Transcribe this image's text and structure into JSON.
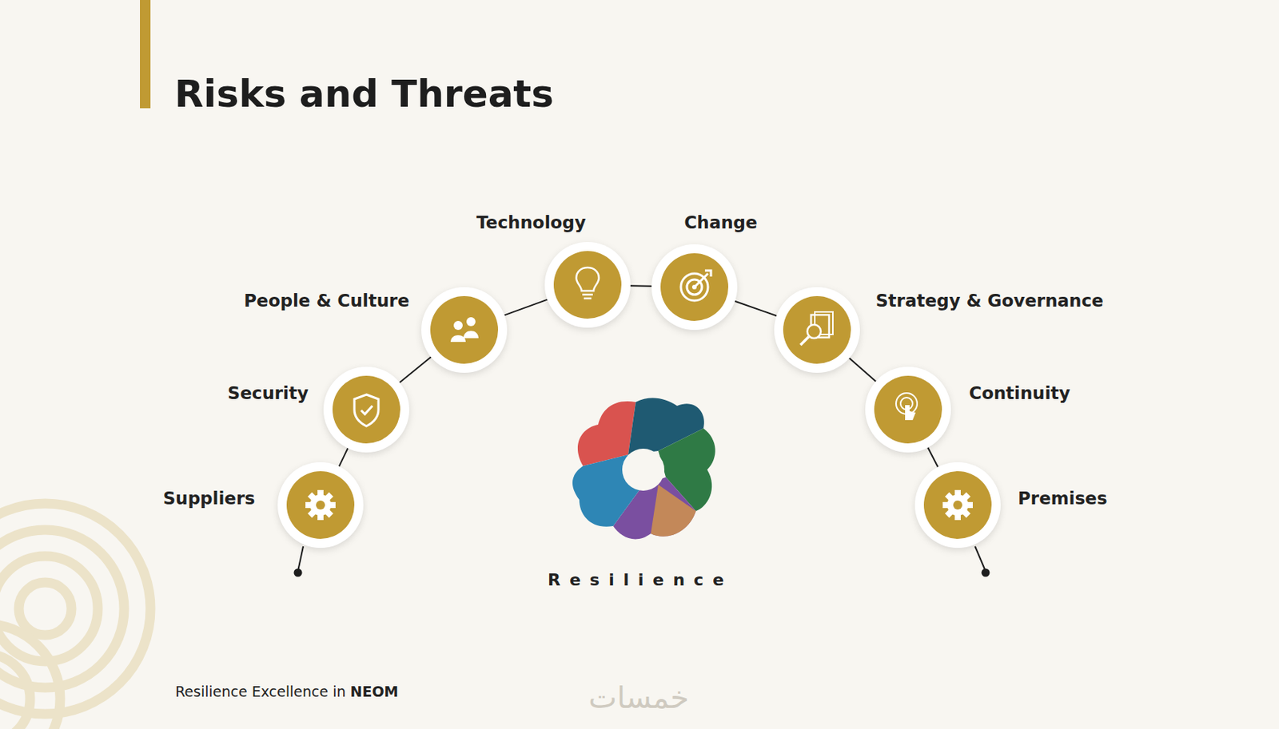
{
  "diagram": {
    "title": "Risks and Threats",
    "nodes": [
      {
        "text": [
          "Suppliers"
        ]
      },
      {
        "text": [
          "Security"
        ]
      },
      {
        "text": [
          "People & Culture"
        ]
      },
      {
        "text": [
          "Technology"
        ]
      },
      {
        "text": [
          "Change"
        ]
      },
      {
        "text": [
          "Strategy & Governance"
        ]
      },
      {
        "text": [
          "Continuity"
        ]
      },
      {
        "text": [
          "Premises"
        ]
      }
    ],
    "edges": [
      {
        "from": 0,
        "to": 1,
        "arrow": "none"
      },
      {
        "from": 1,
        "to": 2,
        "arrow": "none"
      },
      {
        "from": 2,
        "to": 3,
        "arrow": "none"
      },
      {
        "from": 3,
        "to": 4,
        "arrow": "none"
      },
      {
        "from": 4,
        "to": 5,
        "arrow": "none"
      },
      {
        "from": 5,
        "to": 6,
        "arrow": "none"
      },
      {
        "from": 6,
        "to": 7,
        "arrow": "none"
      }
    ],
    "labels": [
      "Resilience",
      "Resilience Excellence in",
      "NEOM",
      "خمسات"
    ]
  }
}
